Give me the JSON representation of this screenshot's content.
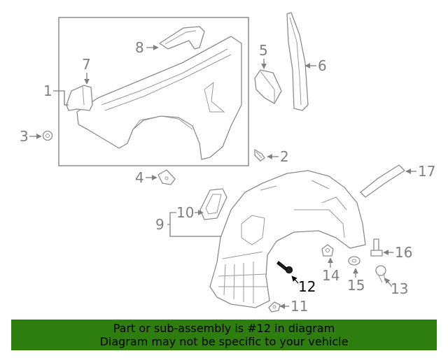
{
  "diagram": {
    "callouts": [
      "1",
      "2",
      "3",
      "4",
      "5",
      "6",
      "7",
      "8",
      "9",
      "10",
      "11",
      "12",
      "13",
      "14",
      "15",
      "16",
      "17"
    ],
    "highlighted_callout": "12"
  },
  "banner": {
    "line1": "Part or sub-assembly is #12 in diagram",
    "line2": "Diagram may not be specific to your vehicle",
    "background": "#2e7d0f",
    "text_color": "#000000"
  },
  "colors": {
    "line_art": "#8c8c8c",
    "highlight": "#000000"
  }
}
